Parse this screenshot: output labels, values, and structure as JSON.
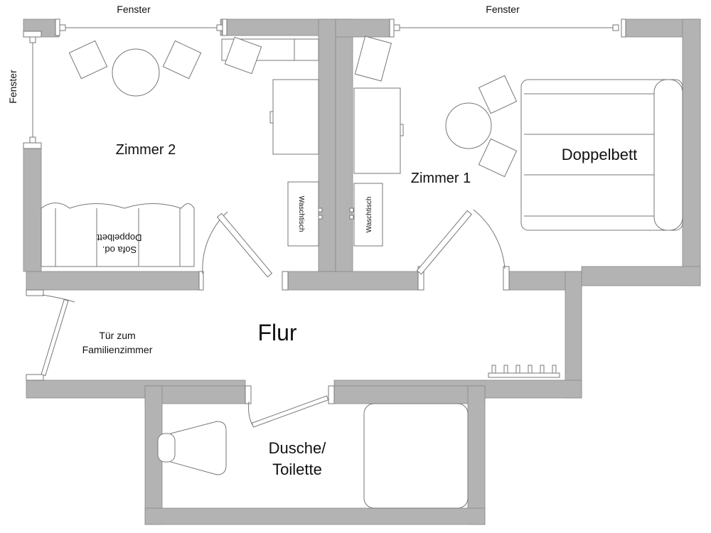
{
  "labels": {
    "window_top_left": "Fenster",
    "window_top_right": "Fenster",
    "window_left": "Fenster",
    "room2": "Zimmer 2",
    "room1": "Zimmer 1",
    "double_bed": "Doppelbett",
    "sofa_line1": "Sofa od.",
    "sofa_line2": "Doppelbett",
    "washbasin_room2": "Waschtisch",
    "washbasin_room1": "Waschtisch",
    "hallway": "Flur",
    "family_door_line1": "Tür zum",
    "family_door_line2": "Familienzimmer",
    "bath_line1": "Dusche/",
    "bath_line2": "Toilette"
  },
  "colors": {
    "wall": "#b3b3b3",
    "line": "#777777"
  }
}
